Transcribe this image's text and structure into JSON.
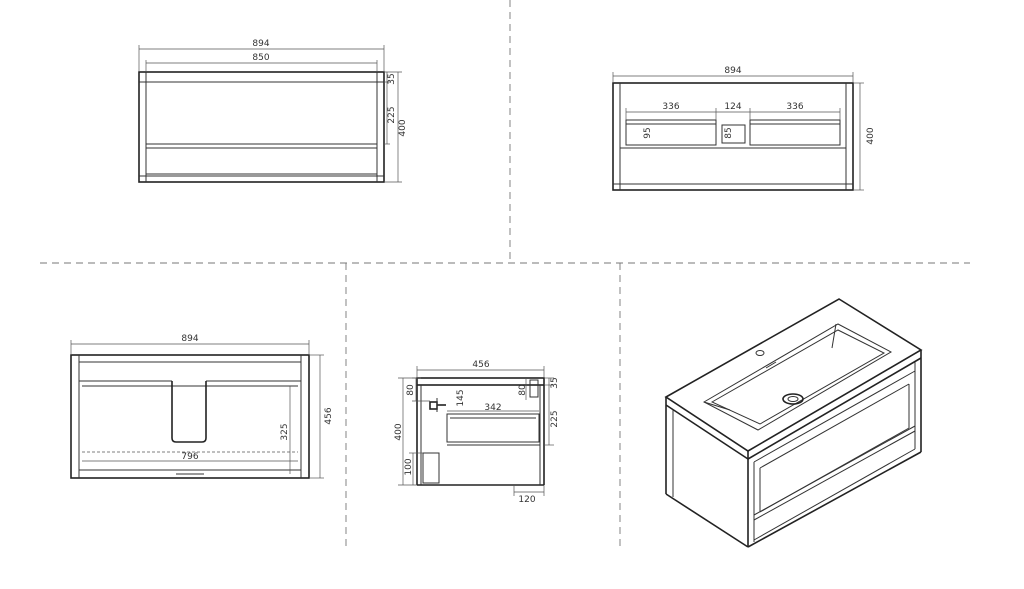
{
  "views": {
    "front": {
      "overall_width": "894",
      "inner_width": "850",
      "top_thickness": "35",
      "drawer_height": "225",
      "total_height": "400"
    },
    "back": {
      "overall_width": "894",
      "left_span": "336",
      "center_span": "124",
      "right_span": "336",
      "left_slot": "95",
      "center_slot": "85",
      "total_height": "400"
    },
    "top": {
      "overall_width": "894",
      "depth": "456",
      "notch_depth": "325",
      "inner_width": "796"
    },
    "side": {
      "depth": "456",
      "top_offset": "80",
      "top_offset_right": "80",
      "top_thickness": "35",
      "drawer_height": "225",
      "inner_depth": "342",
      "basin_drop": "145",
      "total_height": "400",
      "bottom_height": "100",
      "foot": "120"
    }
  },
  "colors": {
    "line": "#333333",
    "separator": "#777777",
    "background": "#ffffff"
  }
}
